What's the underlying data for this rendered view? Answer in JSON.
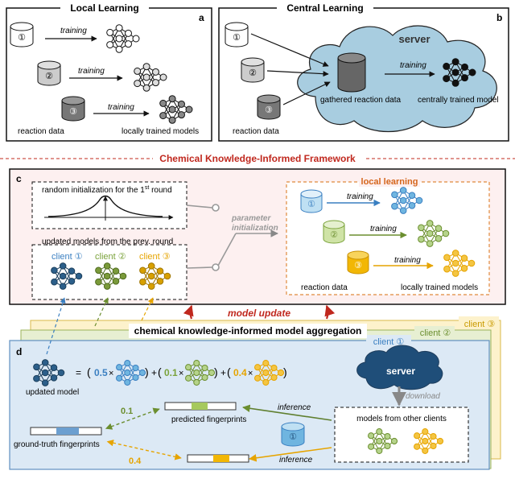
{
  "panels": {
    "a": {
      "letter": "a",
      "title": "Local Learning",
      "training": "training",
      "reaction_data": "reaction data",
      "models_label": "locally trained models",
      "db_nums": [
        "①",
        "②",
        "③"
      ]
    },
    "b": {
      "letter": "b",
      "title": "Central Learning",
      "server": "server",
      "training": "training",
      "gathered": "gathered reaction data",
      "centrally": "centrally trained model",
      "reaction_data": "reaction data",
      "db_nums": [
        "①",
        "②",
        "③"
      ]
    },
    "framework_title": "Chemical Knowledge-Informed Framework",
    "c": {
      "letter": "c",
      "random_init_base": "random initialization for the 1",
      "random_init_sup": "st",
      "random_init_tail": " round",
      "updated_prev": "updated models from the prev. round",
      "clients": [
        "client ①",
        "client ②",
        "client ③"
      ],
      "param_line1": "parameter",
      "param_line2": "initialization",
      "local_learning": "local learning",
      "training": "training",
      "reaction_data": "reaction data",
      "locally_trained": "locally trained models",
      "db_nums": [
        "①",
        "②",
        "③"
      ]
    },
    "model_update": "model update",
    "aggregation_title": "chemical knowledge-informed model aggregation",
    "d": {
      "letter": "d",
      "client_tabs": [
        "client ①",
        "client ②",
        "client ③"
      ],
      "updated_model": "updated model",
      "eq_sign": "=",
      "weights": [
        "0.5",
        "0.1",
        "0.4"
      ],
      "open_paren": "(",
      "close_paren": ")",
      "times": "×",
      "plus": "+",
      "server": "server",
      "download": "download",
      "inference": "inference",
      "predicted": "predicted fingerprints",
      "ground_truth": "ground-truth fingerprints",
      "sim_top": "0.1",
      "sim_bottom": "0.4",
      "models_other": "models from other clients",
      "db_num": "①"
    }
  },
  "colors": {
    "blue": "#3a7fc1",
    "green": "#7aa23a",
    "orange": "#e6a400",
    "frame_red": "#c0281e",
    "cloud": "#a8cde0",
    "panel_d_bg": "#dce9f5",
    "panel_c_bg": "#fdf0f0"
  }
}
